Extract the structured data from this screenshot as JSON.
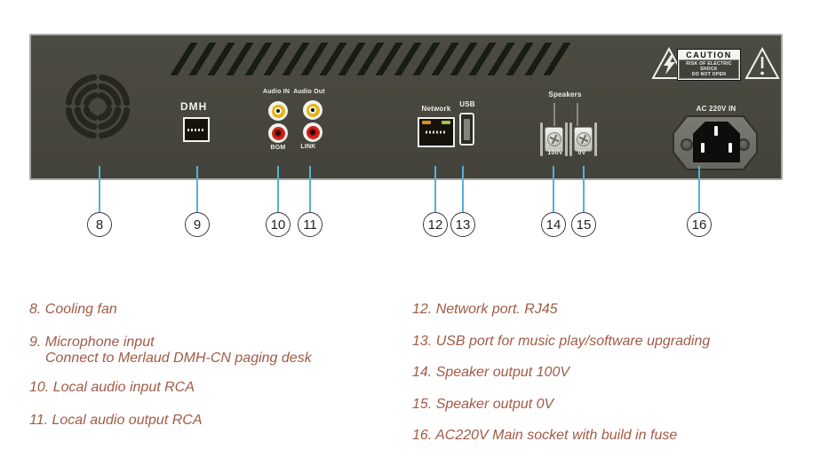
{
  "panel": {
    "dmh_label": "DMH",
    "audio_in_label": "Audio IN",
    "audio_out_label": "Audio Out",
    "bgm_label": "BGM",
    "link_label": "LINK",
    "network_label": "Network",
    "usb_label": "USB",
    "speakers_label": "Speakers",
    "speaker_100v_label": "100V",
    "speaker_0v_label": "0V",
    "caution_title": "CAUTION",
    "caution_line1": "RISK OF ELECTRIC SHOCK",
    "caution_line2": "DO NOT OPEN",
    "ac_label": "AC 220V IN"
  },
  "callouts": [
    {
      "number": "8"
    },
    {
      "number": "9"
    },
    {
      "number": "10"
    },
    {
      "number": "11"
    },
    {
      "number": "12"
    },
    {
      "number": "13"
    },
    {
      "number": "14"
    },
    {
      "number": "15"
    },
    {
      "number": "16"
    }
  ],
  "legend": {
    "left": [
      {
        "line1": "8. Cooling fan",
        "line2": ""
      },
      {
        "line1": "9. Microphone input",
        "line2": "Connect to Merlaud DMH-CN paging desk"
      },
      {
        "line1": "10. Local audio input RCA",
        "line2": ""
      },
      {
        "line1": "11. Local audio output RCA",
        "line2": ""
      }
    ],
    "right": [
      {
        "line1": "12. Network port. RJ45"
      },
      {
        "line1": "13. USB port for music play/software upgrading"
      },
      {
        "line1": "14. Speaker output 100V"
      },
      {
        "line1": "15. Speaker output 0V"
      },
      {
        "line1": "16. AC220V Main socket with build in fuse"
      }
    ]
  },
  "colors": {
    "panel": "#49483f",
    "legend_text": "#a25a45",
    "leader_line": "#53b1d6",
    "rca_yellow": "#e7b414",
    "rca_red": "#d42015",
    "led_orange": "#d98e1c",
    "led_green": "#a6c23e"
  }
}
